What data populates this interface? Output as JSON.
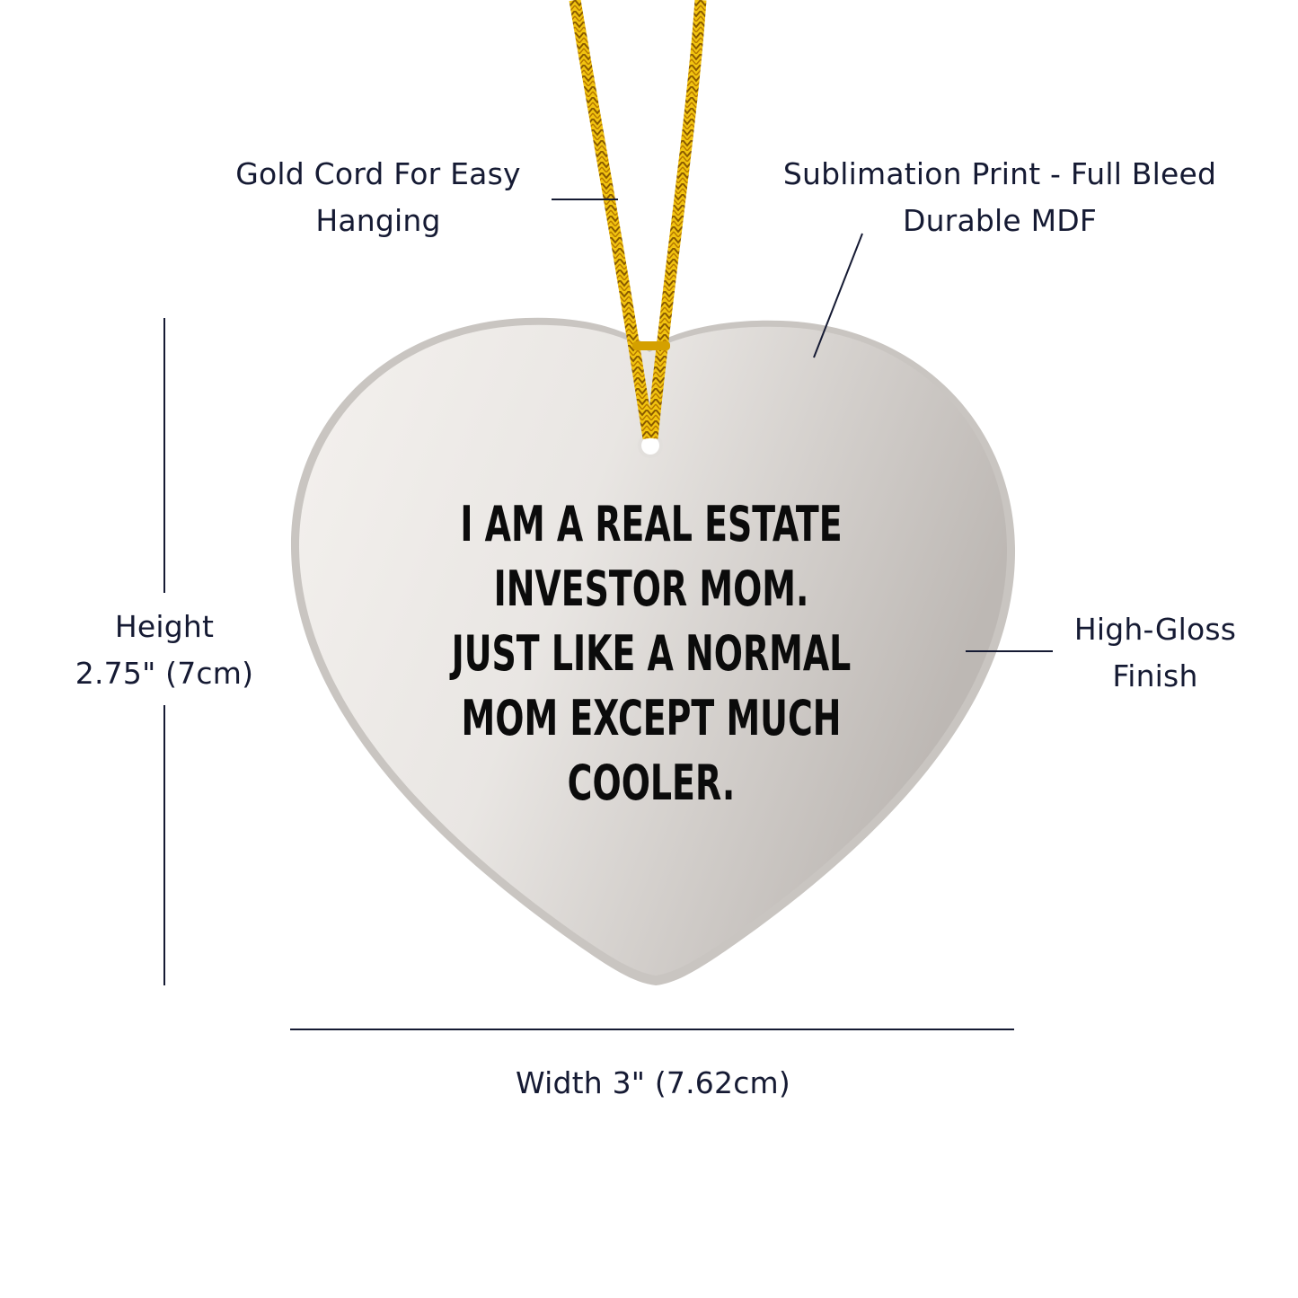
{
  "product": {
    "shape": "heart-ornament",
    "quote_lines": [
      "I AM A REAL ESTATE",
      "INVESTOR MOM.",
      "JUST LIKE A NORMAL",
      "MOM EXCEPT MUCH",
      "COOLER."
    ]
  },
  "callouts": {
    "cord": {
      "line1": "Gold Cord For Easy",
      "line2": "Hanging"
    },
    "print": {
      "line1": "Sublimation Print - Full Bleed",
      "line2": "Durable MDF"
    },
    "finish": {
      "line1": "High-Gloss",
      "line2": "Finish"
    },
    "height": {
      "line1": "Height",
      "line2": "2.75\" (7cm)"
    },
    "width": {
      "line1": "Width 3\" (7.62cm)"
    }
  },
  "colors": {
    "text": "#151a33",
    "cord": "#e8b400",
    "ornament_light": "#f3f0ed",
    "ornament_dark": "#c3bfbb"
  }
}
